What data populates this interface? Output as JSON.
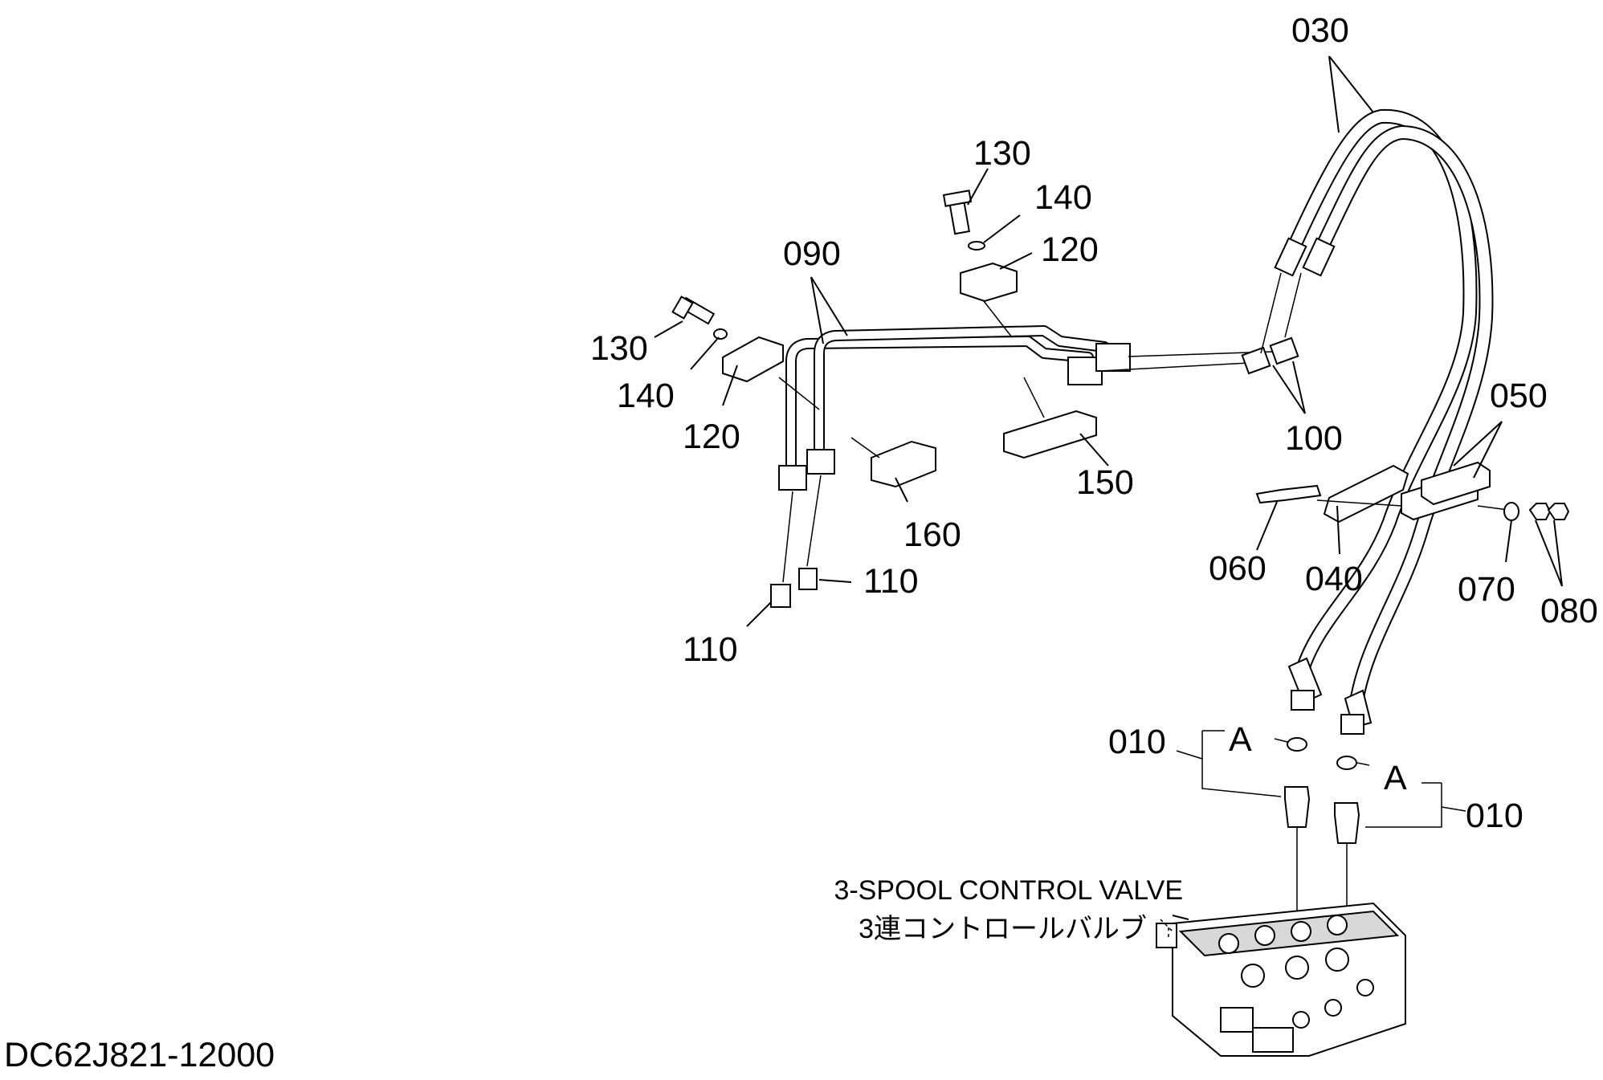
{
  "callouts": {
    "c030": "030",
    "c130_top": "130",
    "c140_top": "140",
    "c120_top": "120",
    "c090": "090",
    "c130_left": "130",
    "c140_left": "140",
    "c120_left": "120",
    "c050": "050",
    "c100": "100",
    "c150": "150",
    "c160": "160",
    "c060": "060",
    "c040": "040",
    "c070": "070",
    "c080": "080",
    "c110_right": "110",
    "c110_left": "110",
    "c010_left": "010",
    "c010_right": "010",
    "a_left": "A",
    "a_right": "A"
  },
  "valve_label": {
    "en": "3-SPOOL CONTROL VALVE",
    "ja": "3連コントロールバルブ"
  },
  "document_id": "DC62J821-12000"
}
